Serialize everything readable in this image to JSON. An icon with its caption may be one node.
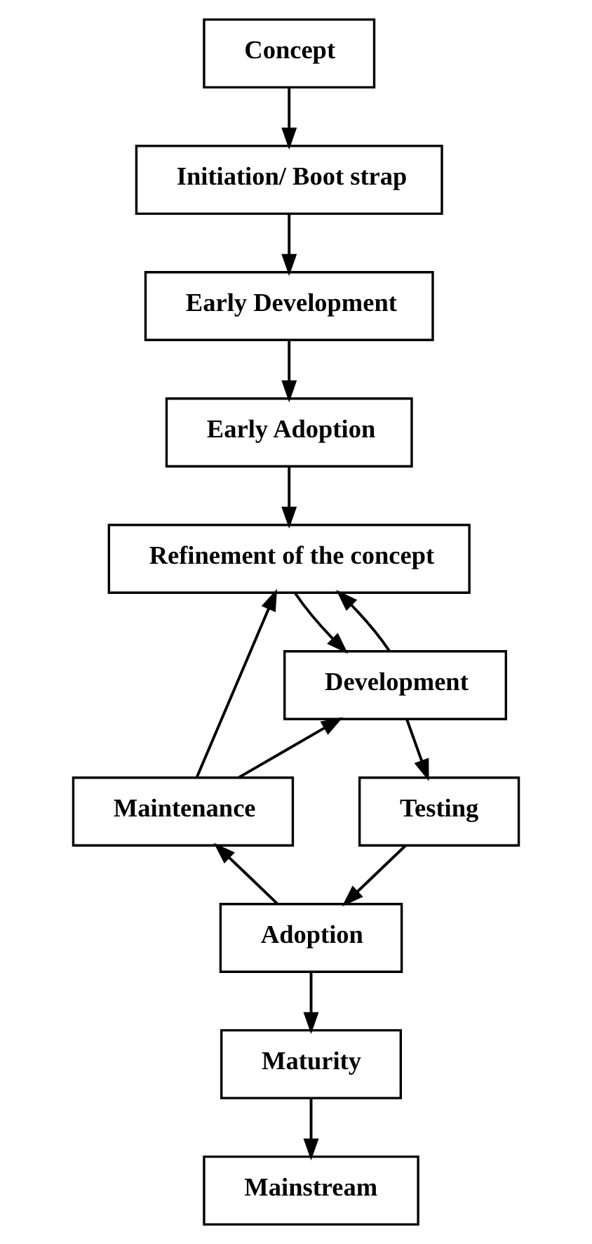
{
  "diagram": {
    "nodes": [
      {
        "text": [
          "Concept"
        ]
      },
      {
        "text": [
          "Initiation/ Boot strap"
        ]
      },
      {
        "text": [
          "Early Development"
        ]
      },
      {
        "text": [
          "Early Adoption"
        ]
      },
      {
        "text": [
          "Refinement of the concept"
        ]
      },
      {
        "text": [
          "Development"
        ]
      },
      {
        "text": [
          "Maintenance"
        ]
      },
      {
        "text": [
          "Testing"
        ]
      },
      {
        "text": [
          "Adoption"
        ]
      },
      {
        "text": [
          "Maturity"
        ]
      },
      {
        "text": [
          "Mainstream"
        ]
      }
    ],
    "edges": [
      {
        "from": 0,
        "to": 1,
        "arrow": "to"
      },
      {
        "from": 1,
        "to": 2,
        "arrow": "to"
      },
      {
        "from": 2,
        "to": 3,
        "arrow": "to"
      },
      {
        "from": 3,
        "to": 4,
        "arrow": "to"
      },
      {
        "from": 5,
        "to": 4,
        "arrow": "to"
      },
      {
        "from": 4,
        "to": 5,
        "arrow": "to"
      },
      {
        "from": 5,
        "to": 7,
        "arrow": "to"
      },
      {
        "from": 7,
        "to": 8,
        "arrow": "to"
      },
      {
        "from": 8,
        "to": 6,
        "arrow": "to"
      },
      {
        "from": 6,
        "to": 5,
        "arrow": "to"
      },
      {
        "from": 6,
        "to": 4,
        "arrow": "to"
      },
      {
        "from": 8,
        "to": 9,
        "arrow": "to"
      },
      {
        "from": 9,
        "to": 10,
        "arrow": "to"
      }
    ]
  }
}
